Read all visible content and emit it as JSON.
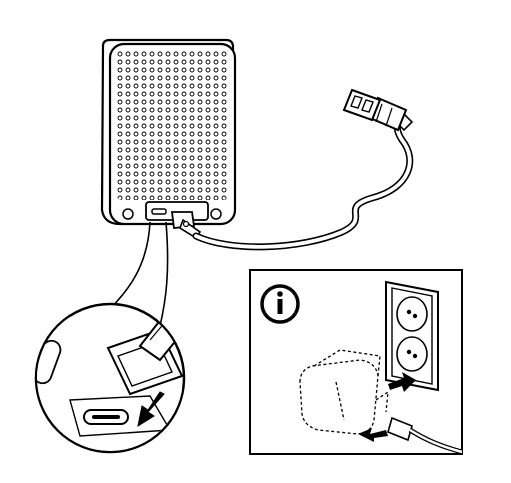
{
  "illustration": {
    "info_icon": "info-icon",
    "parts": [
      "speaker-device",
      "usb-c-cable",
      "usb-a-plug",
      "port-zoom-detail",
      "wall-power-adapter-inset"
    ],
    "stroke_color": "#000000",
    "fill_color": "#ffffff"
  }
}
